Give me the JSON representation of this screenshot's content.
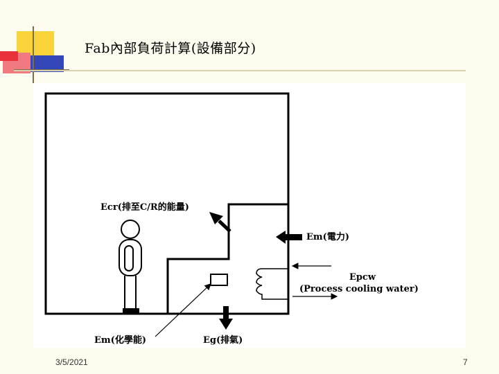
{
  "slide": {
    "title": "Fab內部負荷計算(設備部分)",
    "date": "3/5/2021",
    "page_number": "7"
  },
  "diagram": {
    "labels": {
      "ecr": "Ecr(排至C/R的能量)",
      "em_power": "Em(電力)",
      "epcw": "Epcw",
      "epcw_desc": "(Process cooling water)",
      "em_chemical": "Em(化學能)",
      "eg_exhaust": "Eg(排氣)"
    }
  },
  "colors": {
    "background": "#fefcee",
    "accent_yellow": "#f8d43a",
    "accent_red": "#e8313b",
    "accent_blue": "#3347b8"
  }
}
